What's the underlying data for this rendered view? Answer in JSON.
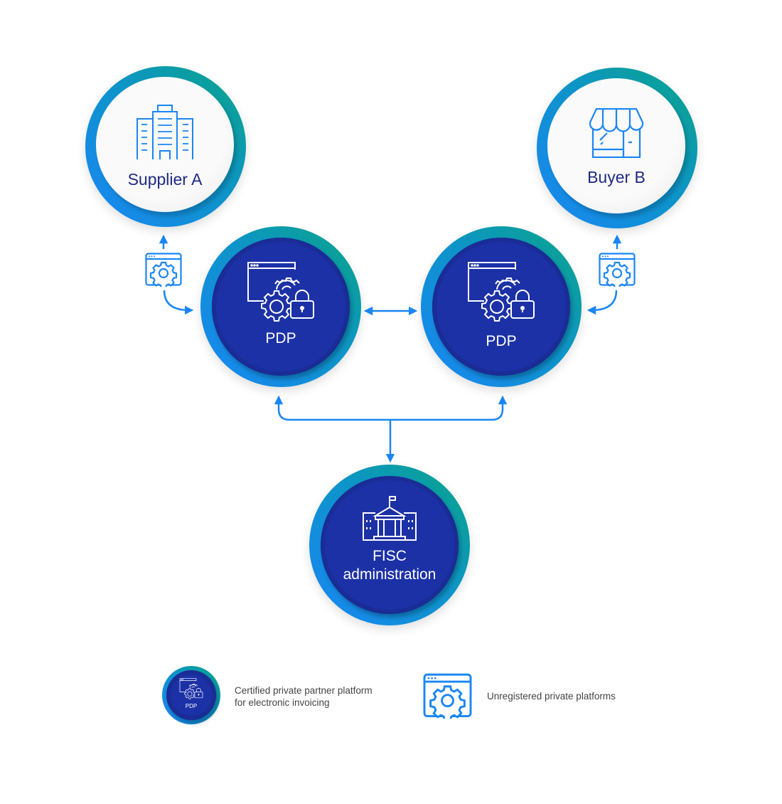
{
  "nodes": {
    "supplier": {
      "label": "Supplier A",
      "icon": "office-building-icon"
    },
    "buyer": {
      "label": "Buyer B",
      "icon": "storefront-icon"
    },
    "pdp_left": {
      "label": "PDP",
      "icon": "platform-gear-lock-icon"
    },
    "pdp_right": {
      "label": "PDP",
      "icon": "platform-gear-lock-icon"
    },
    "fisc": {
      "label_line1": "FISC",
      "label_line2": "administration",
      "icon": "government-building-icon"
    }
  },
  "legend": {
    "pdp": {
      "badge": "PDP",
      "text_line1": "Certified private partner platform",
      "text_line2": "for electronic invoicing"
    },
    "unregistered": {
      "text": "Unregistered private platforms"
    }
  },
  "colors": {
    "accent": "#1a86f5",
    "teal": "#0aa585",
    "dark_blue": "#1c31a6",
    "text_dark": "#1f2a82"
  }
}
